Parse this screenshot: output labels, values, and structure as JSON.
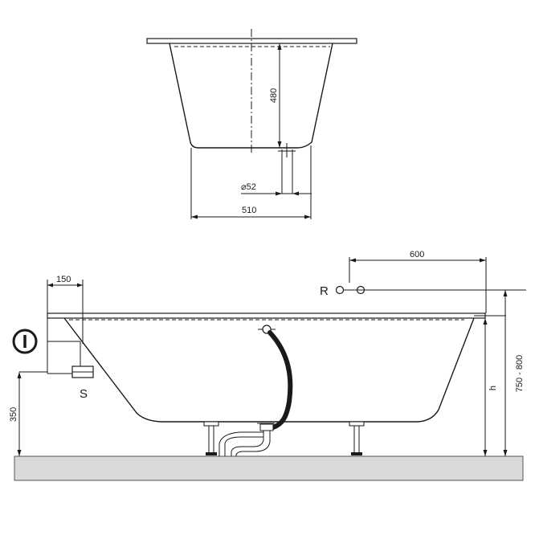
{
  "cross_section": {
    "depth_label": "480",
    "drain_diameter_label": "⌀52",
    "width_label": "510"
  },
  "side_view": {
    "overflow_offset_label": "150",
    "tap_offset_label": "600",
    "tap_marker_label": "R",
    "height_range_label": "750 - 800",
    "height_var_label": "h",
    "pipe_height_label": "350",
    "pipe_marker_label": "S"
  }
}
